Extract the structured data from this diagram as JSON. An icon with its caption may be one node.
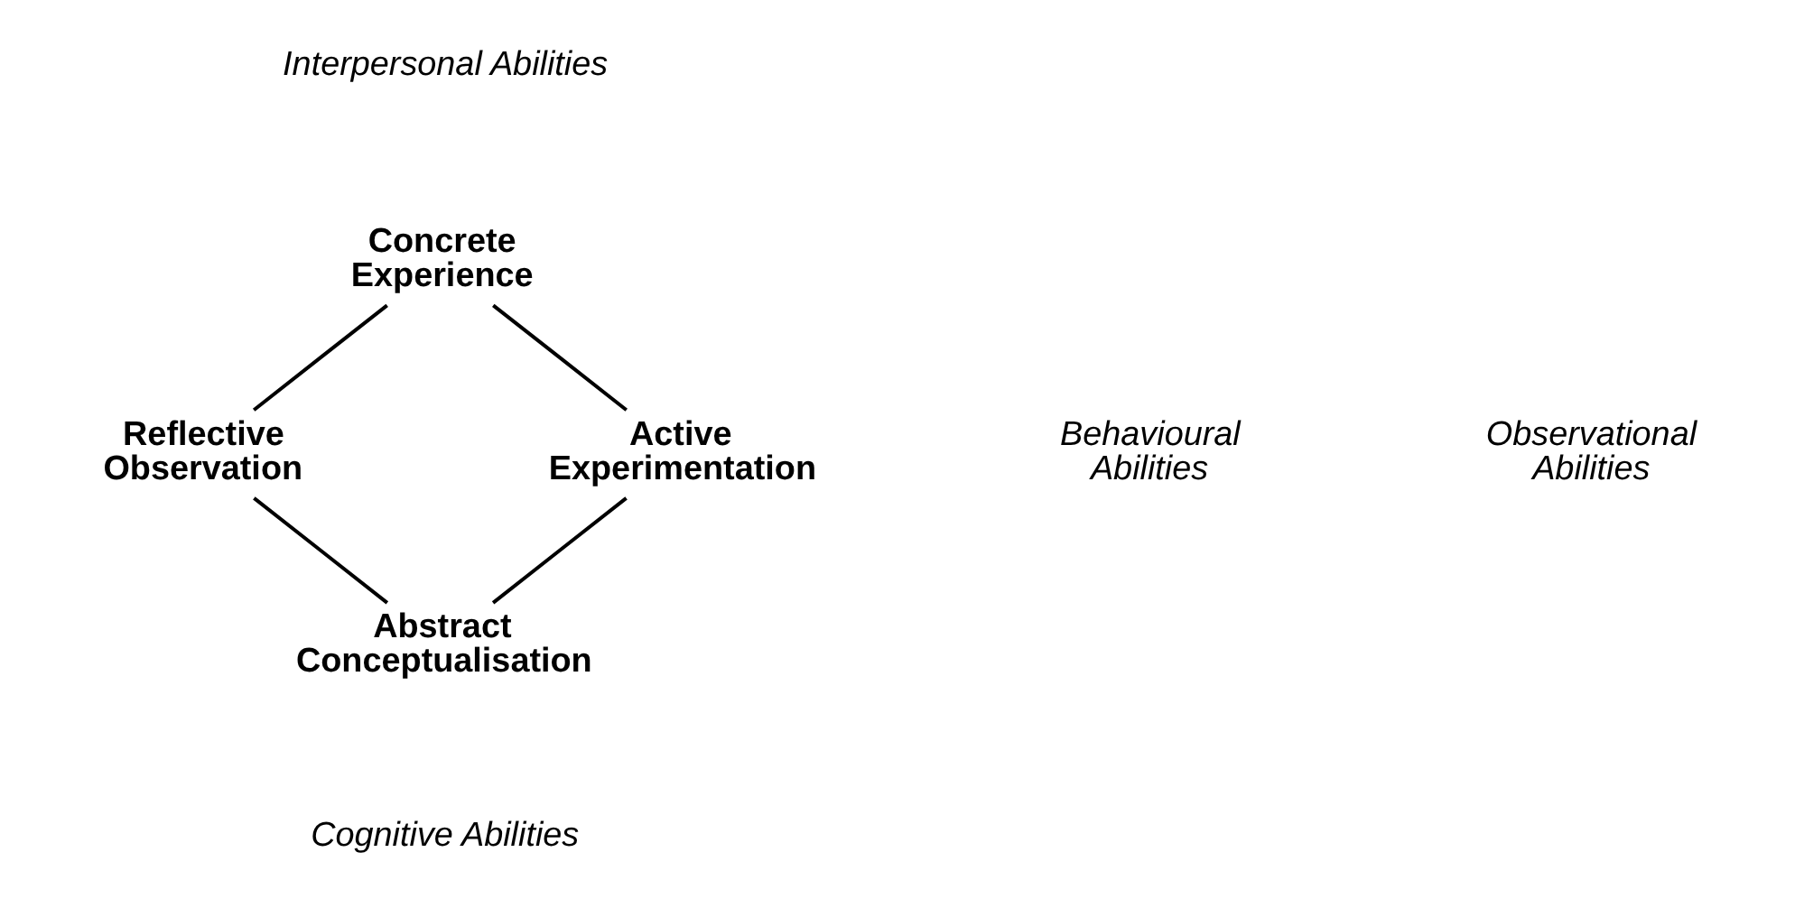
{
  "diagram": {
    "nodes": [
      {
        "text": [
          "Concrete Experience"
        ]
      },
      {
        "text": [
          "Reflective Observation"
        ]
      },
      {
        "text": [
          "Abstract Conceptualisation"
        ]
      },
      {
        "text": [
          "Active Experimentation"
        ]
      }
    ],
    "edges": [
      {
        "from": 0,
        "to": 1,
        "arrow": "none"
      },
      {
        "from": 1,
        "to": 2,
        "arrow": "none"
      },
      {
        "from": 2,
        "to": 3,
        "arrow": "none"
      },
      {
        "from": 3,
        "to": 0,
        "arrow": "none"
      }
    ],
    "labels": [
      "Interpersonal Abilities",
      "Behavioural Abilities",
      "Observational Abilities",
      "Cognitive Abilities"
    ]
  }
}
